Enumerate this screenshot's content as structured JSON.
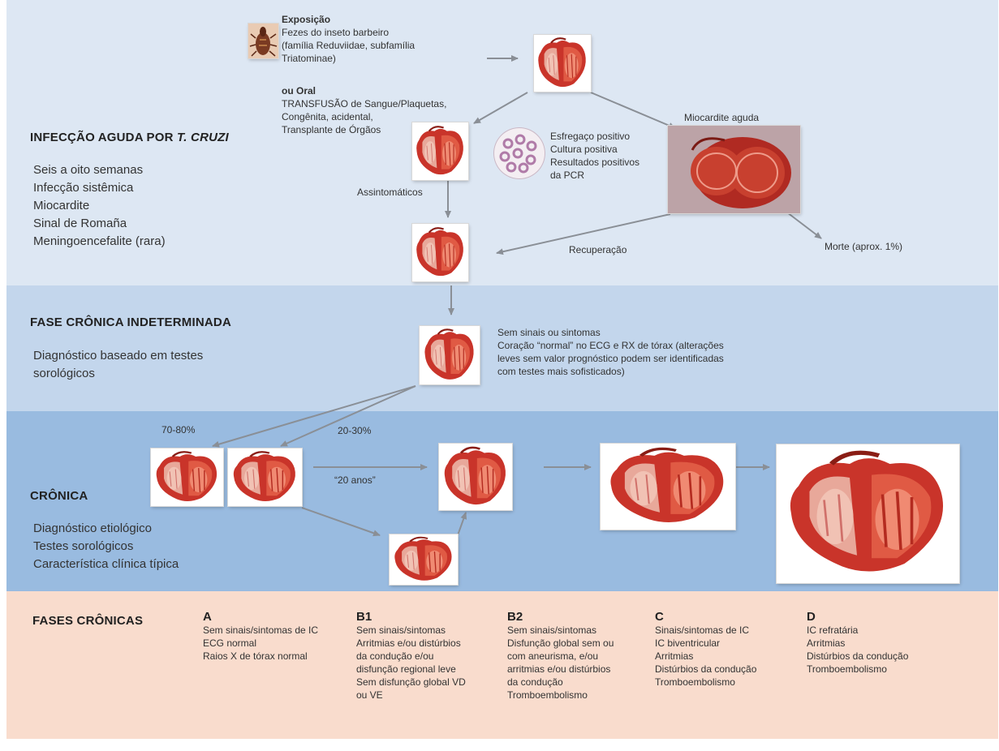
{
  "acute": {
    "title_prefix": "INFECÇÃO AGUDA POR",
    "title_species": "T. CRUZI",
    "items": [
      "Seis a oito semanas",
      "Infecção sistêmica",
      "Miocardite",
      "Sinal de Romaña",
      "Meningoencefalite (rara)"
    ],
    "exposure_title": "Exposição",
    "exposure_lines": [
      "Fezes do inseto barbeiro",
      "(família Reduviidae, subfamília",
      "Triatominae)"
    ],
    "oral_title": "ou Oral",
    "oral_lines": [
      "TRANSFUSÃO de Sangue/Plaquetas,",
      "Congênita, acidental,",
      "Transplante de Órgãos"
    ],
    "smear_lines": [
      "Esfregaço positivo",
      "Cultura positiva",
      "Resultados positivos",
      "da PCR"
    ],
    "myocarditis_label": "Miocardite aguda",
    "asymptomatic_label": "Assintomáticos",
    "recovery_label": "Recuperação",
    "death_label": "Morte (aprox. 1%)"
  },
  "indeterminate": {
    "title": "FASE CRÔNICA INDETERMINADA",
    "items": [
      "Diagnóstico baseado em testes",
      "sorológicos"
    ],
    "note_lines": [
      "Sem sinais ou sintomas",
      "Coração “normal” no ECG e RX de tórax (alterações",
      "leves sem valor prognóstico podem ser identificadas",
      "com testes mais sofisticados)"
    ],
    "pct_a": "70-80%",
    "pct_b": "20-30%"
  },
  "chronic": {
    "title": "CRÔNICA",
    "items": [
      "Diagnóstico etiológico",
      "Testes sorológicos",
      "Característica clínica típica"
    ],
    "years_label": "“20 anos”"
  },
  "stages": {
    "title": "FASES CRÔNICAS",
    "columns": [
      {
        "code": "A",
        "lines": [
          "Sem sinais/sintomas de IC",
          "ECG normal",
          "Raios X de tórax normal"
        ]
      },
      {
        "code": "B1",
        "lines": [
          "Sem sinais/sintomas",
          "Arritmias e/ou distúrbios",
          "da condução e/ou",
          "disfunção regional leve",
          "Sem disfunção global VD",
          "ou VE"
        ]
      },
      {
        "code": "B2",
        "lines": [
          "Sem sinais/sintomas",
          "Disfunção global sem ou",
          "com aneurisma, e/ou",
          "arritmias e/ou distúrbios",
          "da condução",
          "Tromboembolismo"
        ]
      },
      {
        "code": "C",
        "lines": [
          "Sinais/sintomas de IC",
          "IC biventricular",
          "Arritmias",
          "Distúrbios da condução",
          "Tromboembolismo"
        ]
      },
      {
        "code": "D",
        "lines": [
          "IC refratária",
          "Arritmias",
          "Distúrbios da condução",
          "Tromboembolismo"
        ]
      }
    ]
  },
  "colors": {
    "acute_band": "#dde7f3",
    "indeterminate_band": "#c3d6ec",
    "chronic_band": "#99bbe0",
    "stages_band": "#f9dccd",
    "arrow": "#8a8f96",
    "heart_red": "#c9342a"
  }
}
